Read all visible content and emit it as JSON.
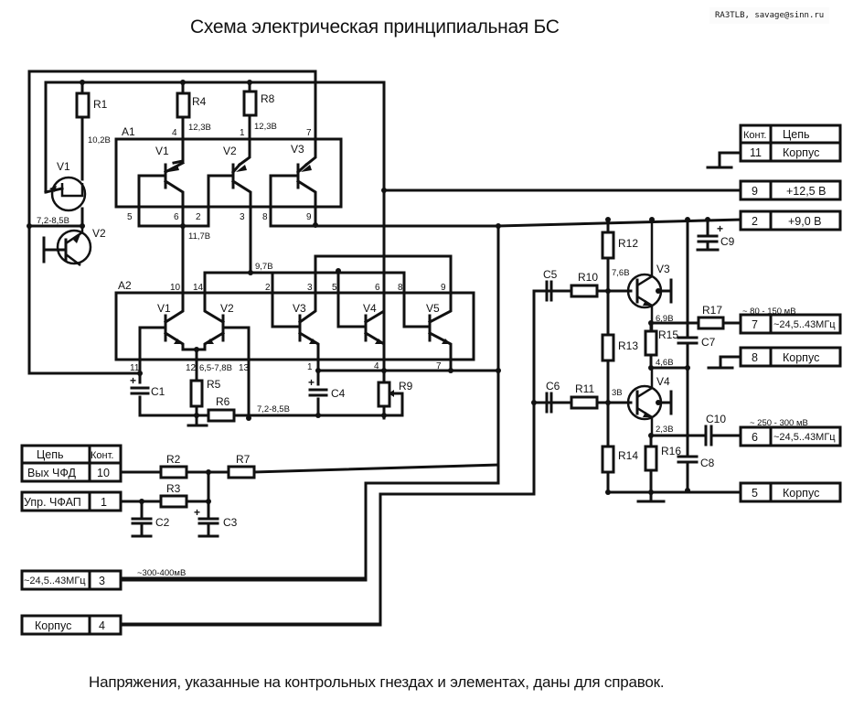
{
  "header": {
    "title": "Схема электрическая принципиальная БС",
    "author": "RA3TLB, savage@sinn.ru"
  },
  "footnote": "Напряжения, указанные на контрольных гнездах и элементах, даны для справок.",
  "blocks": {
    "A1": {
      "label": "A1",
      "transistors": [
        "V1",
        "V2",
        "V3"
      ],
      "pins": [
        "4",
        "1",
        "7",
        "5",
        "6",
        "2",
        "3",
        "8",
        "9"
      ]
    },
    "A2": {
      "label": "A2",
      "transistors": [
        "V1",
        "V2",
        "V3",
        "V4",
        "V5"
      ],
      "pins": [
        "10",
        "14",
        "2",
        "3",
        "5",
        "6",
        "8",
        "9",
        "11",
        "12",
        "13",
        "1",
        "4",
        "7"
      ]
    }
  },
  "components": {
    "resistors": [
      "R1",
      "R2",
      "R3",
      "R4",
      "R5",
      "R6",
      "R7",
      "R8",
      "R9",
      "R10",
      "R11",
      "R12",
      "R13",
      "R14",
      "R15",
      "R16",
      "R17"
    ],
    "capacitors": [
      "C1",
      "C2",
      "C3",
      "C4",
      "C5",
      "C6",
      "C7",
      "C8",
      "C9",
      "C10"
    ],
    "discrete_transistors": [
      "V1",
      "V2",
      "V3",
      "V4"
    ],
    "polarity_mark": "+"
  },
  "voltages": {
    "r1_node": "10,2В",
    "r4_node": "12,3В",
    "r8_node": "12,3В",
    "v1v2_node": "7,2-8,5В",
    "a1_out": "11,7В",
    "a2_bus": "9,7В",
    "a2_emitters": "6,5-7,8В",
    "r6_node": "7,2-8,5В",
    "v3_base": "7,6В",
    "v3_emitter": "6,9В",
    "v4_collector": "4,6В",
    "v4_base": "3В",
    "v4_emitter": "2,3В",
    "out7_level": "~ 80 - 150 мВ",
    "out6_level": "~ 250 - 300 мВ",
    "in3_level": "~300-400мВ"
  },
  "connectors_right": {
    "header": {
      "contact": "Конт.",
      "circuit": "Цепь"
    },
    "rows": [
      {
        "contact": "11",
        "circuit": "Корпус"
      },
      {
        "contact": "9",
        "circuit": "+12,5 В"
      },
      {
        "contact": "2",
        "circuit": "+9,0 В"
      },
      {
        "contact": "7",
        "circuit": "~24,5..43МГц"
      },
      {
        "contact": "8",
        "circuit": "Корпус"
      },
      {
        "contact": "6",
        "circuit": "~24,5..43МГц"
      },
      {
        "contact": "5",
        "circuit": "Корпус"
      }
    ]
  },
  "connectors_left": {
    "header": {
      "circuit": "Цепь",
      "contact": "Конт."
    },
    "rows": [
      {
        "circuit": "Вых ЧФД",
        "contact": "10"
      },
      {
        "circuit": "Упр. ЧФАП",
        "contact": "1"
      },
      {
        "circuit": "~24,5..43МГц",
        "contact": "3"
      },
      {
        "circuit": "Корпус",
        "contact": "4"
      }
    ]
  }
}
